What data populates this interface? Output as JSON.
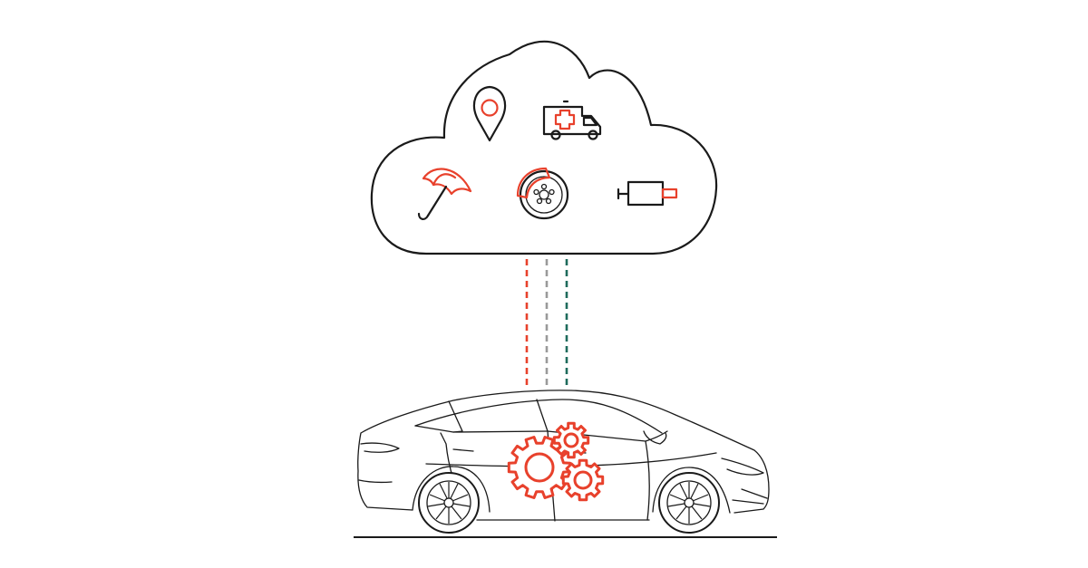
{
  "colors": {
    "background": "#ffffff",
    "outline": "#1a1a1a",
    "accent": "#e8412c",
    "link_red": "#e8412c",
    "link_grey": "#9a9a9a",
    "link_green": "#1e6b5c"
  },
  "cloud": {
    "icons": [
      "location-pin-icon",
      "ambulance-icon",
      "umbrella-icon",
      "brake-disc-icon",
      "exhaust-muffler-icon"
    ]
  },
  "connection": {
    "lines": [
      "red-dashed",
      "grey-dashed",
      "green-dashed"
    ]
  },
  "vehicle": {
    "type": "car-icon",
    "detail": "gears-icon"
  }
}
